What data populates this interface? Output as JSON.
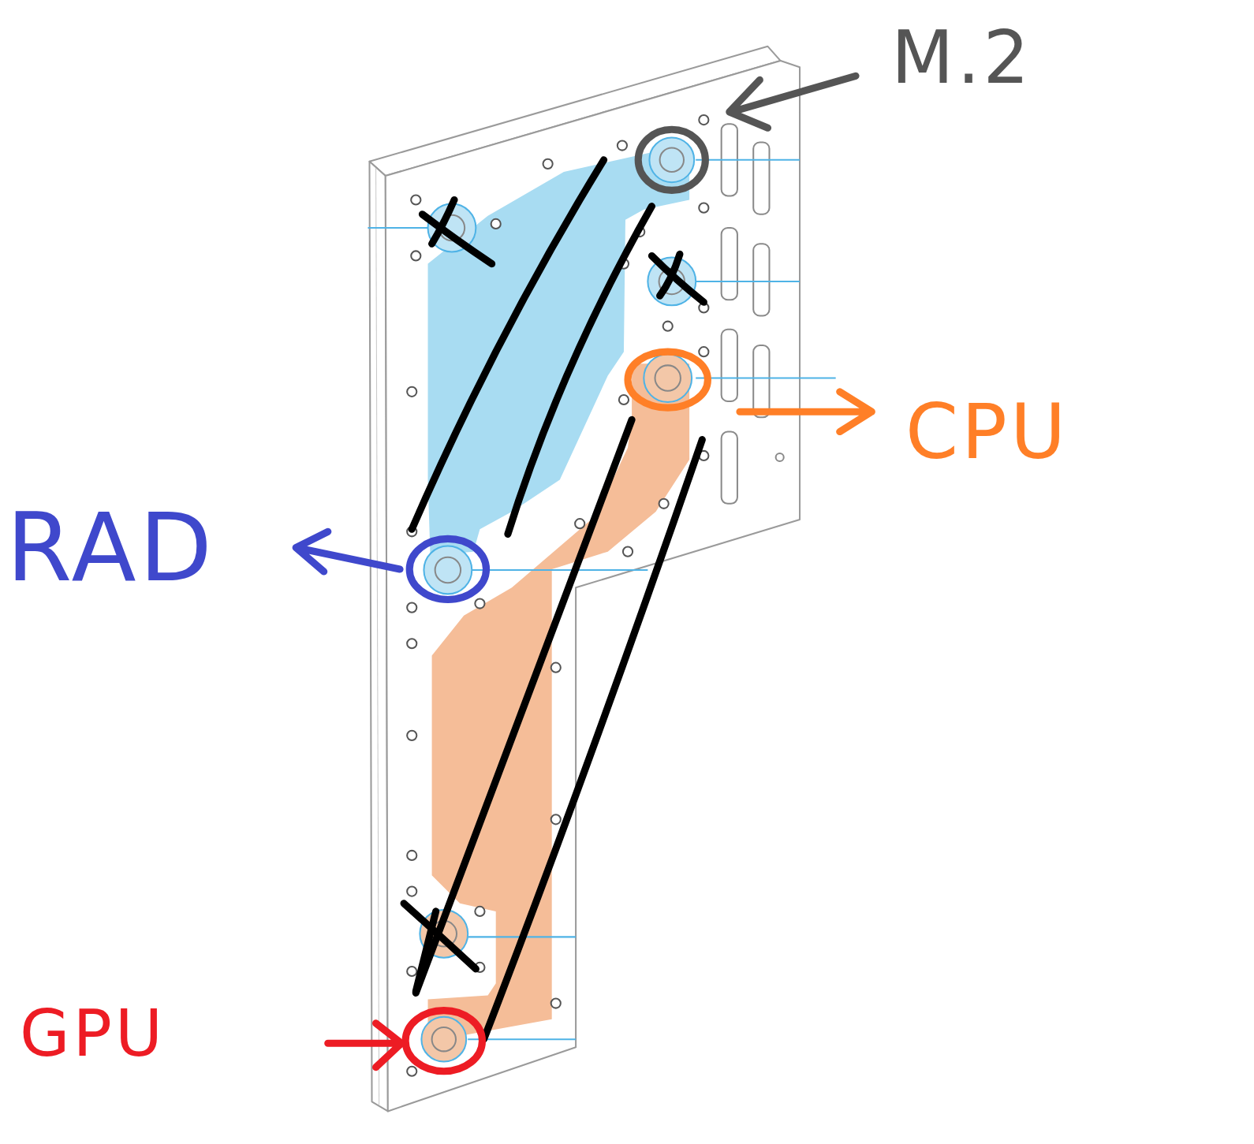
{
  "diagram": {
    "labels": [
      "M.2",
      "CPU",
      "RAD",
      "GPU"
    ]
  }
}
